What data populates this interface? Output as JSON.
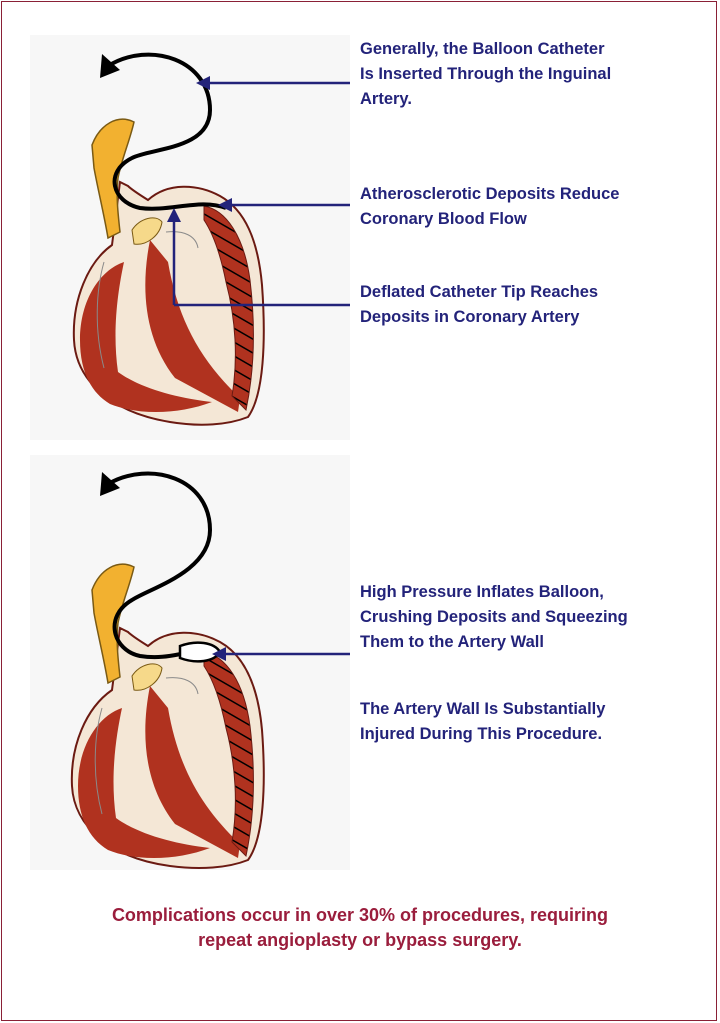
{
  "diagram": {
    "top_panel": {
      "labels": {
        "catheter_insertion": "Generally, the Balloon Catheter\nIs Inserted Through the Inguinal\nArtery.",
        "deposits": "Atherosclerotic Deposits Reduce\nCoronary Blood Flow",
        "catheter_tip": "Deflated Catheter Tip Reaches\nDeposits in Coronary Artery"
      }
    },
    "bottom_panel": {
      "labels": {
        "balloon_inflation": "High Pressure Inflates Balloon,\nCrushing Deposits and Squeezing\nThem to the Artery Wall",
        "wall_injury": "The Artery Wall Is Substantially\nInjured During This Procedure."
      }
    }
  },
  "footer": {
    "note": "Complications occur in over 30% of procedures, requiring\nrepeat angioplasty or bypass surgery."
  },
  "colors": {
    "frame": "#8a2036",
    "label_text": "#23237a",
    "footer_text": "#9a1d3c",
    "muscle": "#b0321f",
    "aorta": "#f2b130",
    "catheter": "#000000",
    "arrow": "#23237a"
  }
}
